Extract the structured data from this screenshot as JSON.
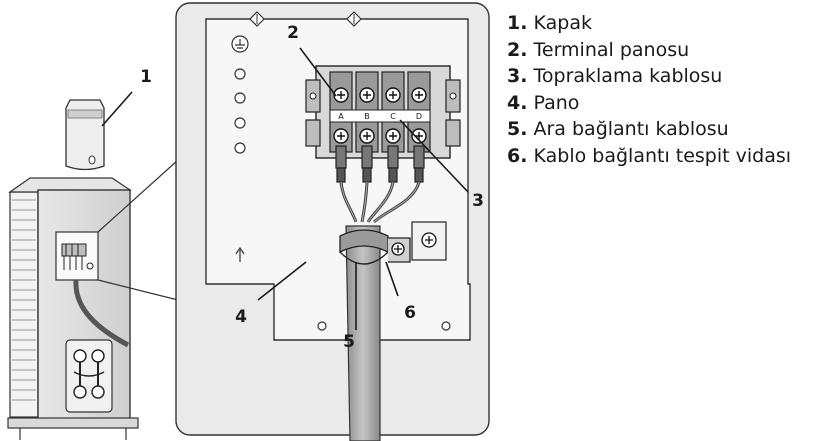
{
  "callouts": {
    "n1": "1",
    "n2": "2",
    "n3": "3",
    "n4": "4",
    "n5": "5",
    "n6": "6"
  },
  "terminals": [
    "A",
    "B",
    "C",
    "D"
  ],
  "legend": [
    {
      "num": "1.",
      "text": "Kapak"
    },
    {
      "num": "2.",
      "text": "Terminal panosu"
    },
    {
      "num": "3.",
      "text": "Topraklama kablosu"
    },
    {
      "num": "4.",
      "text": "Pano"
    },
    {
      "num": "5.",
      "text": "Ara bağlantı kablosu"
    },
    {
      "num": "6.",
      "text": "Kablo bağlantı tespit vidası"
    }
  ]
}
